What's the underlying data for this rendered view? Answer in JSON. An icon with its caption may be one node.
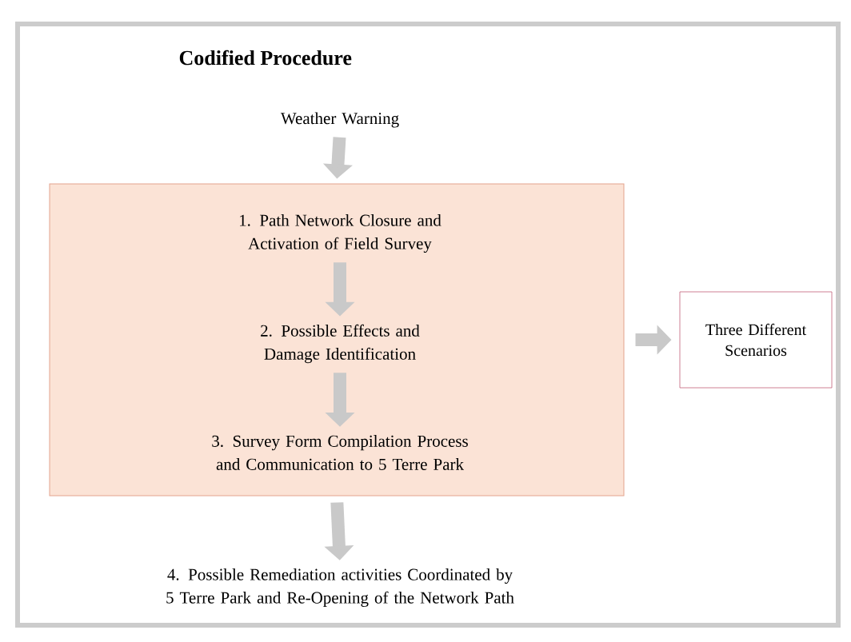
{
  "diagram": {
    "title": "Codified Procedure",
    "nodes": [
      {
        "text": [
          "Weather Warning"
        ]
      },
      {
        "text": [],
        "shape": "box"
      },
      {
        "text": [
          "1. Path Network Closure and Activation of Field Survey"
        ],
        "in": 1
      },
      {
        "text": [
          "2. Possible Effects and Damage Identification"
        ],
        "in": 1
      },
      {
        "text": [
          "3. Survey Form Compilation Process and Communication to 5 Terre Park"
        ],
        "in": 1
      },
      {
        "text": [
          "Three Different Scenarios"
        ]
      },
      {
        "text": [
          "4. Possible Remediation activities Coordinated by 5 Terre Park and Re-Opening of the Network Path"
        ]
      }
    ],
    "edges": [
      {
        "from": 0,
        "to": 1,
        "arrow": "to"
      },
      {
        "from": 2,
        "to": 3,
        "arrow": "to"
      },
      {
        "from": 3,
        "to": 4,
        "arrow": "to"
      },
      {
        "from": 1,
        "to": 5,
        "arrow": "to"
      },
      {
        "from": 1,
        "to": 6,
        "arrow": "to"
      }
    ]
  }
}
